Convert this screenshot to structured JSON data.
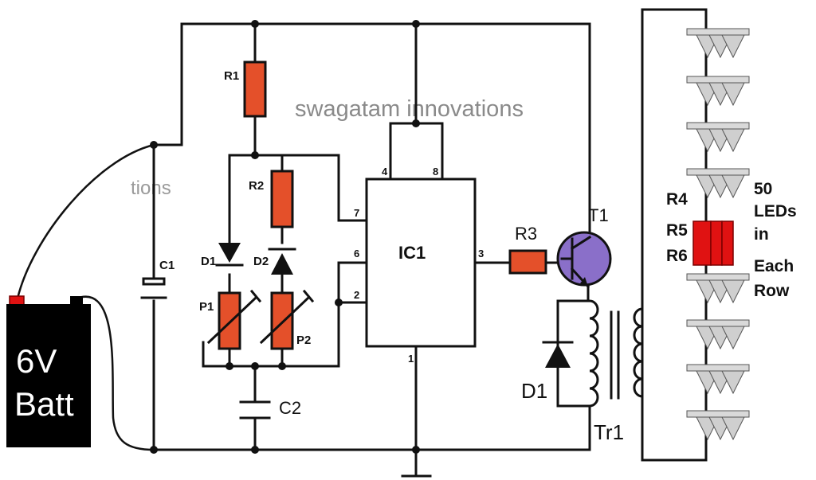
{
  "watermark": "swagatam innovations",
  "watermark_fragment": "tions",
  "battery": {
    "line1": "6V",
    "line2": "Batt"
  },
  "labels": {
    "r1": "R1",
    "r2": "R2",
    "r3": "R3",
    "c1": "C1",
    "c2": "C2",
    "d1_small": "D1",
    "d2": "D2",
    "p1": "P1",
    "p2": "P2",
    "ic": "IC1",
    "t1": "T1",
    "d1_large": "D1",
    "tr1": "Tr1",
    "r4": "R4",
    "r5": "R5",
    "r6": "R6"
  },
  "ic_pins": {
    "p4": "4",
    "p8": "8",
    "p7": "7",
    "p6": "6",
    "p2": "2",
    "p3": "3",
    "p1": "1"
  },
  "led_note": [
    "50",
    "LEDs",
    "in",
    "Each",
    "Row"
  ],
  "colors": {
    "resistor": "#e4502a",
    "transistor": "#8a6fc9",
    "battery": "#000000",
    "led_resistor": "#e01212"
  }
}
